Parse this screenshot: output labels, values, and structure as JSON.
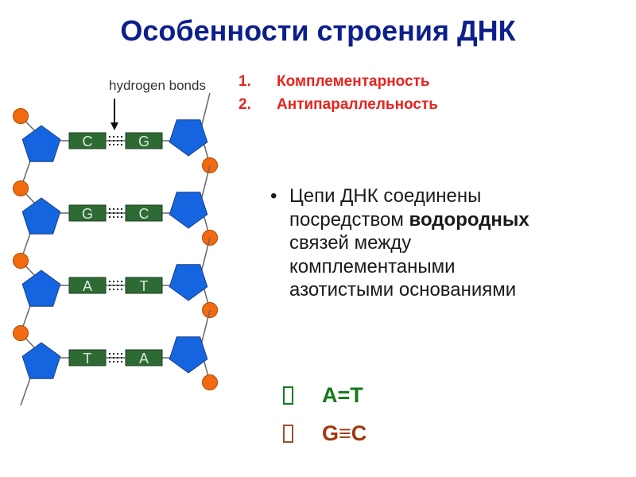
{
  "title": "Особенности строения ДНК",
  "diagram": {
    "label": "hydrogen bonds",
    "pairs": [
      [
        "C",
        "G"
      ],
      [
        "G",
        "C"
      ],
      [
        "A",
        "T"
      ],
      [
        "T",
        "A"
      ]
    ],
    "colors": {
      "sugar": "#1565e0",
      "phosphate": "#f26a10",
      "base": "#2e6b34",
      "base_text": "#dfe8df"
    }
  },
  "features": [
    {
      "num": "1.",
      "label": "Комплементарность"
    },
    {
      "num": "2.",
      "label": "Антипараллельность"
    }
  ],
  "bullet": {
    "prefix": "Цепи ДНК соединены посредством ",
    "bold": "водородных",
    "suffix": " связей между комплементаными азотистыми основаниями"
  },
  "rules": [
    "A=T",
    "G≡C"
  ]
}
